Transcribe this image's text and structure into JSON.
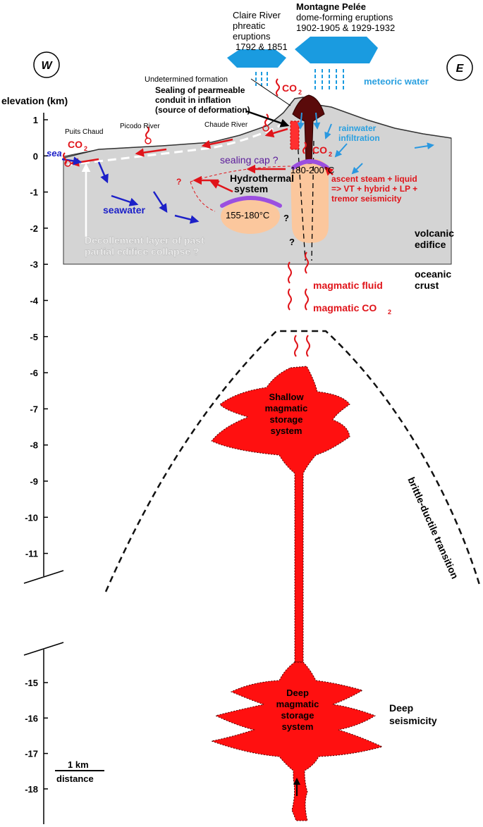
{
  "compass": {
    "west": "W",
    "east": "E"
  },
  "axis": {
    "title": "elevation (km)",
    "ticks_upper": [
      "1",
      "0",
      "-1",
      "-2",
      "-3",
      "-4",
      "-5",
      "-6",
      "-7",
      "-8",
      "-9",
      "-10",
      "-11"
    ],
    "ticks_lower": [
      "-15",
      "-16",
      "-17",
      "-18"
    ]
  },
  "scale_bar": {
    "value": "1 km",
    "label": "distance"
  },
  "eruptions": {
    "claire": [
      "Claire River",
      "phreatic",
      "eruptions",
      "1792 & 1851"
    ],
    "pelee_title": "Montagne Pelée",
    "pelee": [
      "dome-forming eruptions",
      "1902-1905 & 1929-1932"
    ]
  },
  "labels": {
    "meteoric_water": "meteoric water",
    "rainwater": [
      "rainwater",
      "infiltration"
    ],
    "undetermined": "Undetermined formation",
    "sealing": [
      "Sealing of pearmeable",
      "conduit in inflation",
      "(source of deformation)"
    ],
    "co2_main": "CO",
    "co2_sub": "2",
    "puits_chaud": "Puits Chaud",
    "picodo": "Picodo River",
    "chaude": "Chaude River",
    "sea": "sea",
    "sealing_cap": "sealing cap ?",
    "hydrothermal": [
      "Hydrothermal",
      "system"
    ],
    "temp_left": "155-180°C",
    "temp_right": "180-200°C",
    "question": "?",
    "seawater": "seawater",
    "decollement": [
      "Decollement layer of past",
      "partial edifice collapse ?"
    ],
    "ascent": [
      "ascent steam + liquid",
      "=> VT + hybrid + LP +",
      "tremor seismicity"
    ],
    "volcanic_edifice": [
      "volcanic",
      "edifice"
    ],
    "oceanic_crust": [
      "oceanic",
      "crust"
    ],
    "magmatic_fluid": "magmatic fluid",
    "magmatic_co2": "magmatic CO",
    "shallow": [
      "Shallow",
      "magmatic",
      "storage",
      "system"
    ],
    "deep": [
      "Deep",
      "magmatic",
      "storage",
      "system"
    ],
    "brittle": "brittle-ductile transition",
    "deep_seismicity": [
      "Deep",
      "seismicity"
    ]
  },
  "colors": {
    "edifice": "#d4d4d4",
    "magma": "#ff1010",
    "dome": "#5a0a0a",
    "hydrothermal_zone": "#fbc79d",
    "sealing_cap": "#9b4fe0",
    "cloud": "#1a9be0",
    "meteoric_text": "#2aa0e0",
    "seawater": "#1c20c8",
    "fluid_red": "#e0141a"
  }
}
